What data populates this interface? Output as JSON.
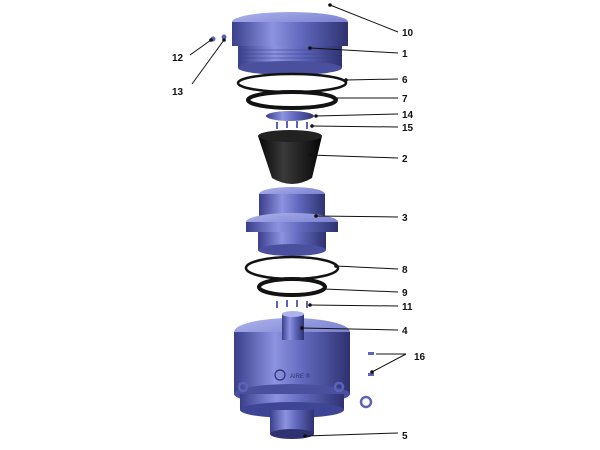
{
  "colors": {
    "part_body": "#5c63b8",
    "part_highlight": "#aeb3ee",
    "part_shadow": "#2e3270",
    "seal_black": "#121212",
    "leader_line": "#111111"
  },
  "callouts": [
    {
      "id": "10",
      "label": "10",
      "part": "cap"
    },
    {
      "id": "1",
      "label": "1",
      "part": "cap-thread"
    },
    {
      "id": "12",
      "label": "12",
      "part": "small-screw"
    },
    {
      "id": "13",
      "label": "13",
      "part": "small-pin"
    },
    {
      "id": "6",
      "label": "6",
      "part": "o-ring-upper"
    },
    {
      "id": "7",
      "label": "7",
      "part": "seal-ring-black-upper"
    },
    {
      "id": "14",
      "label": "14",
      "part": "retainer-disc"
    },
    {
      "id": "15",
      "label": "15",
      "part": "screws-upper"
    },
    {
      "id": "2",
      "label": "2",
      "part": "rubber-packer-cone"
    },
    {
      "id": "3",
      "label": "3",
      "part": "packer-insert"
    },
    {
      "id": "8",
      "label": "8",
      "part": "o-ring-lower"
    },
    {
      "id": "9",
      "label": "9",
      "part": "seal-ring-black-lower"
    },
    {
      "id": "11",
      "label": "11",
      "part": "screws-lower"
    },
    {
      "id": "4",
      "label": "4",
      "part": "body-screws"
    },
    {
      "id": "16",
      "label": "16",
      "part": "side-bolts"
    },
    {
      "id": "5",
      "label": "5",
      "part": "housing-body"
    }
  ],
  "body_marking": "AIRE ®"
}
